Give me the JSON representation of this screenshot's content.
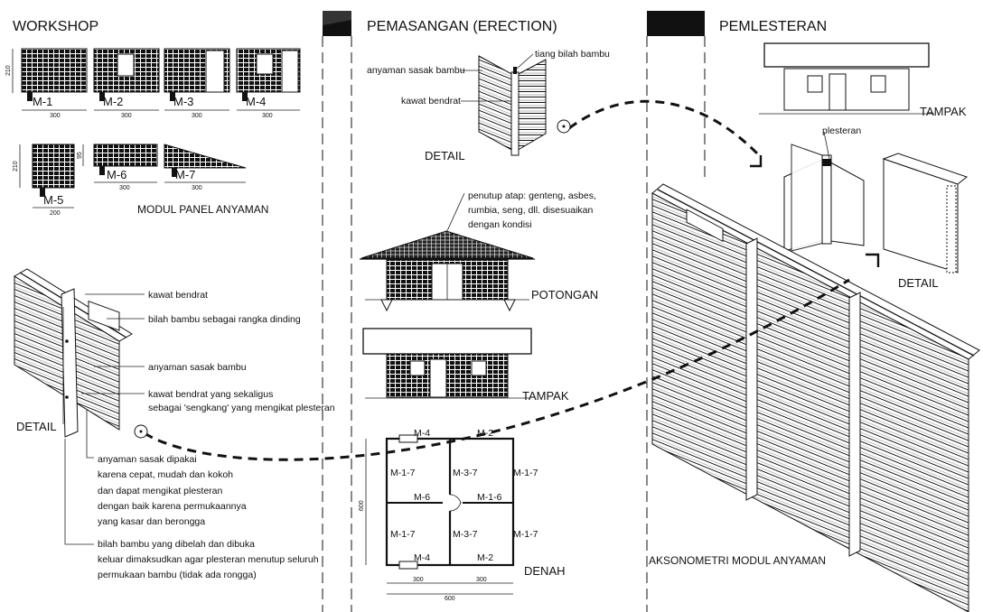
{
  "sections": {
    "workshop": "WORKSHOP",
    "erection": "PEMASANGAN (ERECTION)",
    "plastering": "PEMLESTERAN"
  },
  "workshop": {
    "dim_height": "210",
    "dim_height_small": "95",
    "modules_row1": [
      {
        "code": "M-1",
        "width": "300"
      },
      {
        "code": "M-2",
        "width": "300"
      },
      {
        "code": "M-3",
        "width": "300"
      },
      {
        "code": "M-4",
        "width": "300"
      }
    ],
    "modules_row2": [
      {
        "code": "M-5",
        "width": "200"
      },
      {
        "code": "M-6",
        "width": "300"
      },
      {
        "code": "M-7",
        "width": "300"
      }
    ],
    "caption": "MODUL PANEL ANYAMAN",
    "detail_title": "DETAIL",
    "detail_notes": [
      "kawat bendrat",
      "bilah bambu sebagai rangka dinding",
      "anyaman sasak bambu",
      "kawat bendrat yang sekaligus",
      "sebagai 'sengkang' yang mengikat plesteran"
    ],
    "note_sasak": [
      "anyaman sasak dipakai",
      "karena cepat, mudah dan kokoh",
      "dan dapat mengikat plesteran",
      "dengan baik karena permukaannya",
      "yang kasar dan berongga"
    ],
    "note_bilah": [
      "bilah bambu yang dibelah dan dibuka",
      "keluar dimaksudkan agar plesteran menutup seluruh",
      "permukaan bambu (tidak ada rongga)"
    ]
  },
  "erection": {
    "detail_notes": [
      "tiang bilah bambu",
      "anyaman sasak bambu",
      "kawat bendrat"
    ],
    "detail_title": "DETAIL",
    "roof_note": [
      "penutup atap: genteng, asbes,",
      "rumbia, seng, dll. disesuaikan",
      "dengan kondisi"
    ],
    "section_label": "POTONGAN",
    "elevation_label": "TAMPAK",
    "plan_label": "DENAH",
    "plan_modules": [
      "M-4",
      "M-2",
      "M-1-7",
      "M-3-7",
      "M-1-7",
      "M-6",
      "M-1-6",
      "M-1-7",
      "M-3-7",
      "M-1-7",
      "M-4",
      "M-2"
    ],
    "plan_dims": {
      "side": "600",
      "half_a": "300",
      "half_b": "300",
      "total": "600"
    }
  },
  "plastering": {
    "elevation_label": "TAMPAK",
    "plester_note": "plesteran",
    "detail_title": "DETAIL",
    "axo_caption": "AKSONOMETRI MODUL ANYAMAN"
  }
}
